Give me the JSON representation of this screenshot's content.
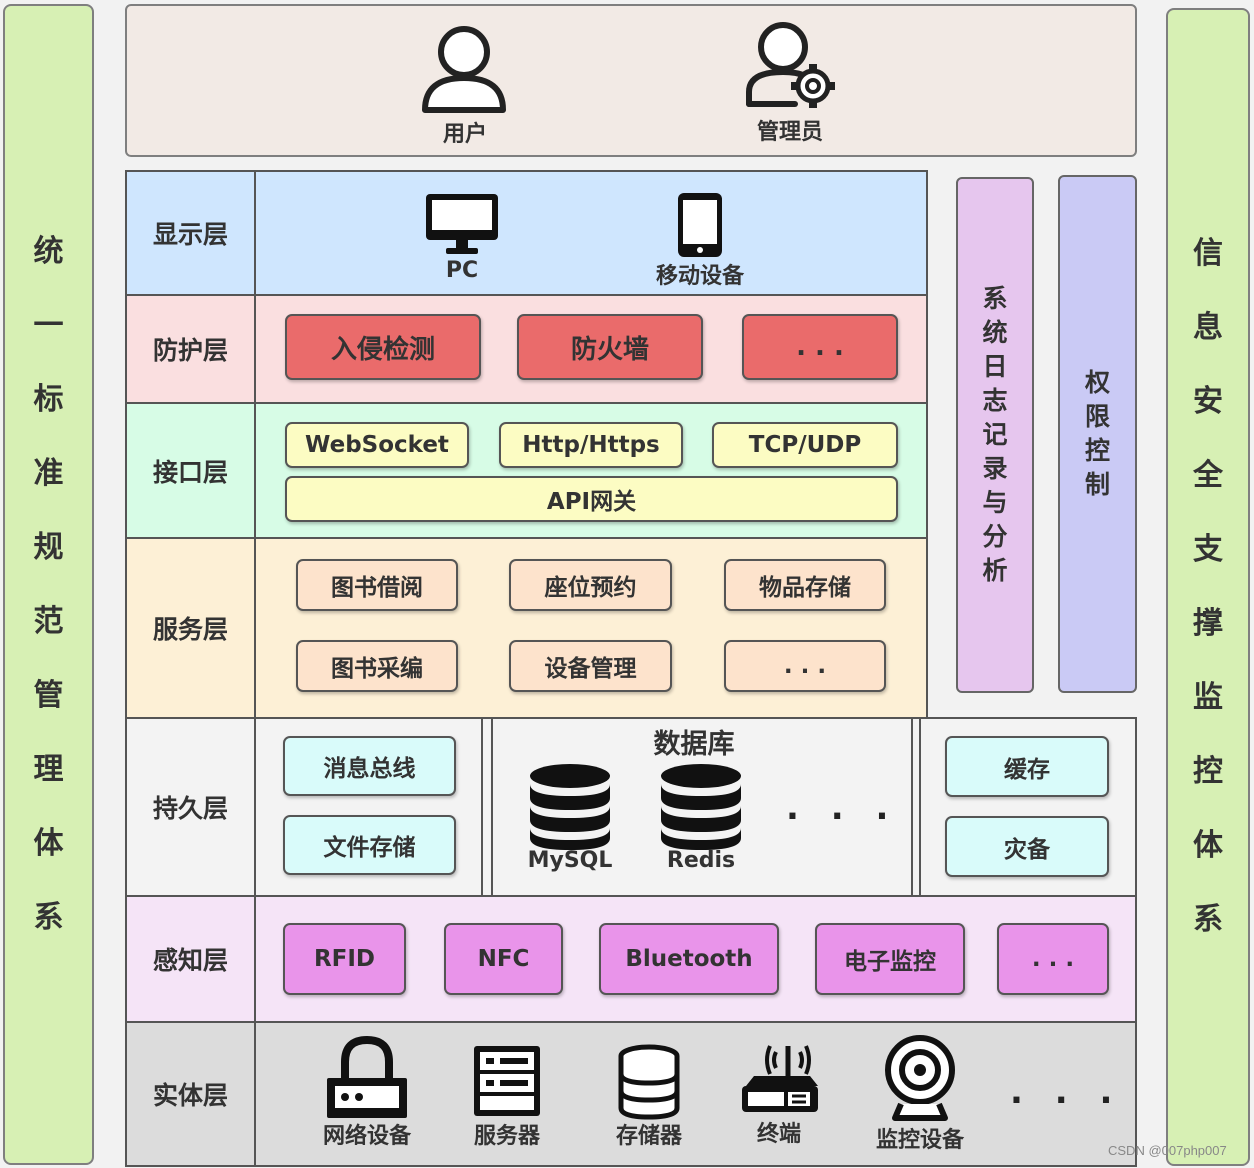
{
  "left_side": [
    "统",
    "一",
    "标",
    "准",
    "规",
    "范",
    "管",
    "理",
    "体",
    "系"
  ],
  "right_side": [
    "信",
    "息",
    "安",
    "全",
    "支",
    "撑",
    "监",
    "控",
    "体",
    "系"
  ],
  "actors": {
    "user": "用户",
    "admin": "管理员"
  },
  "layers": {
    "display": {
      "label": "显示层",
      "pc": "PC",
      "mobile": "移动设备"
    },
    "protection": {
      "label": "防护层",
      "items": [
        "入侵检测",
        "防火墙",
        ". . ."
      ]
    },
    "interface": {
      "label": "接口层",
      "items": [
        "WebSocket",
        "Http/Https",
        "TCP/UDP"
      ],
      "gateway": "API网关"
    },
    "service": {
      "label": "服务层",
      "items": [
        "图书借阅",
        "座位预约",
        "物品存储",
        "图书采编",
        "设备管理",
        ". . ."
      ]
    },
    "persistence": {
      "label": "持久层",
      "left_items": [
        "消息总线",
        "文件存储"
      ],
      "database_title": "数据库",
      "databases": [
        "MySQL",
        "Redis"
      ],
      "db_more": ". . .",
      "right_items": [
        "缓存",
        "灾备"
      ]
    },
    "perception": {
      "label": "感知层",
      "items": [
        "RFID",
        "NFC",
        "Bluetooth",
        "电子监控",
        ". . ."
      ]
    },
    "entity": {
      "label": "实体层",
      "items": [
        "网络设备",
        "服务器",
        "存储器",
        "终端",
        "监控设备"
      ],
      "more": ". . ."
    }
  },
  "columns": {
    "log": [
      "系",
      "统",
      "日",
      "志",
      "记",
      "录",
      "与",
      "分",
      "析"
    ],
    "perm": [
      "权",
      "限",
      "控",
      "制"
    ]
  },
  "watermark": "CSDN @007php007",
  "colors": {
    "side": "#d7f0b4",
    "display": "#cfe6fe",
    "protection": "#fadfe0",
    "interface": "#d7fce6",
    "service": "#fdf0d6",
    "persistence": "#f3f3f3",
    "perception": "#f5e4f7",
    "entity": "#dcdcdc",
    "log_col": "#e6c6ee",
    "perm_col": "#cacaf5"
  },
  "icons": [
    "user-icon",
    "admin-gear-icon",
    "monitor-icon",
    "phone-icon",
    "database-icon",
    "router-icon",
    "server-icon",
    "storage-icon",
    "terminal-icon",
    "webcam-icon"
  ]
}
